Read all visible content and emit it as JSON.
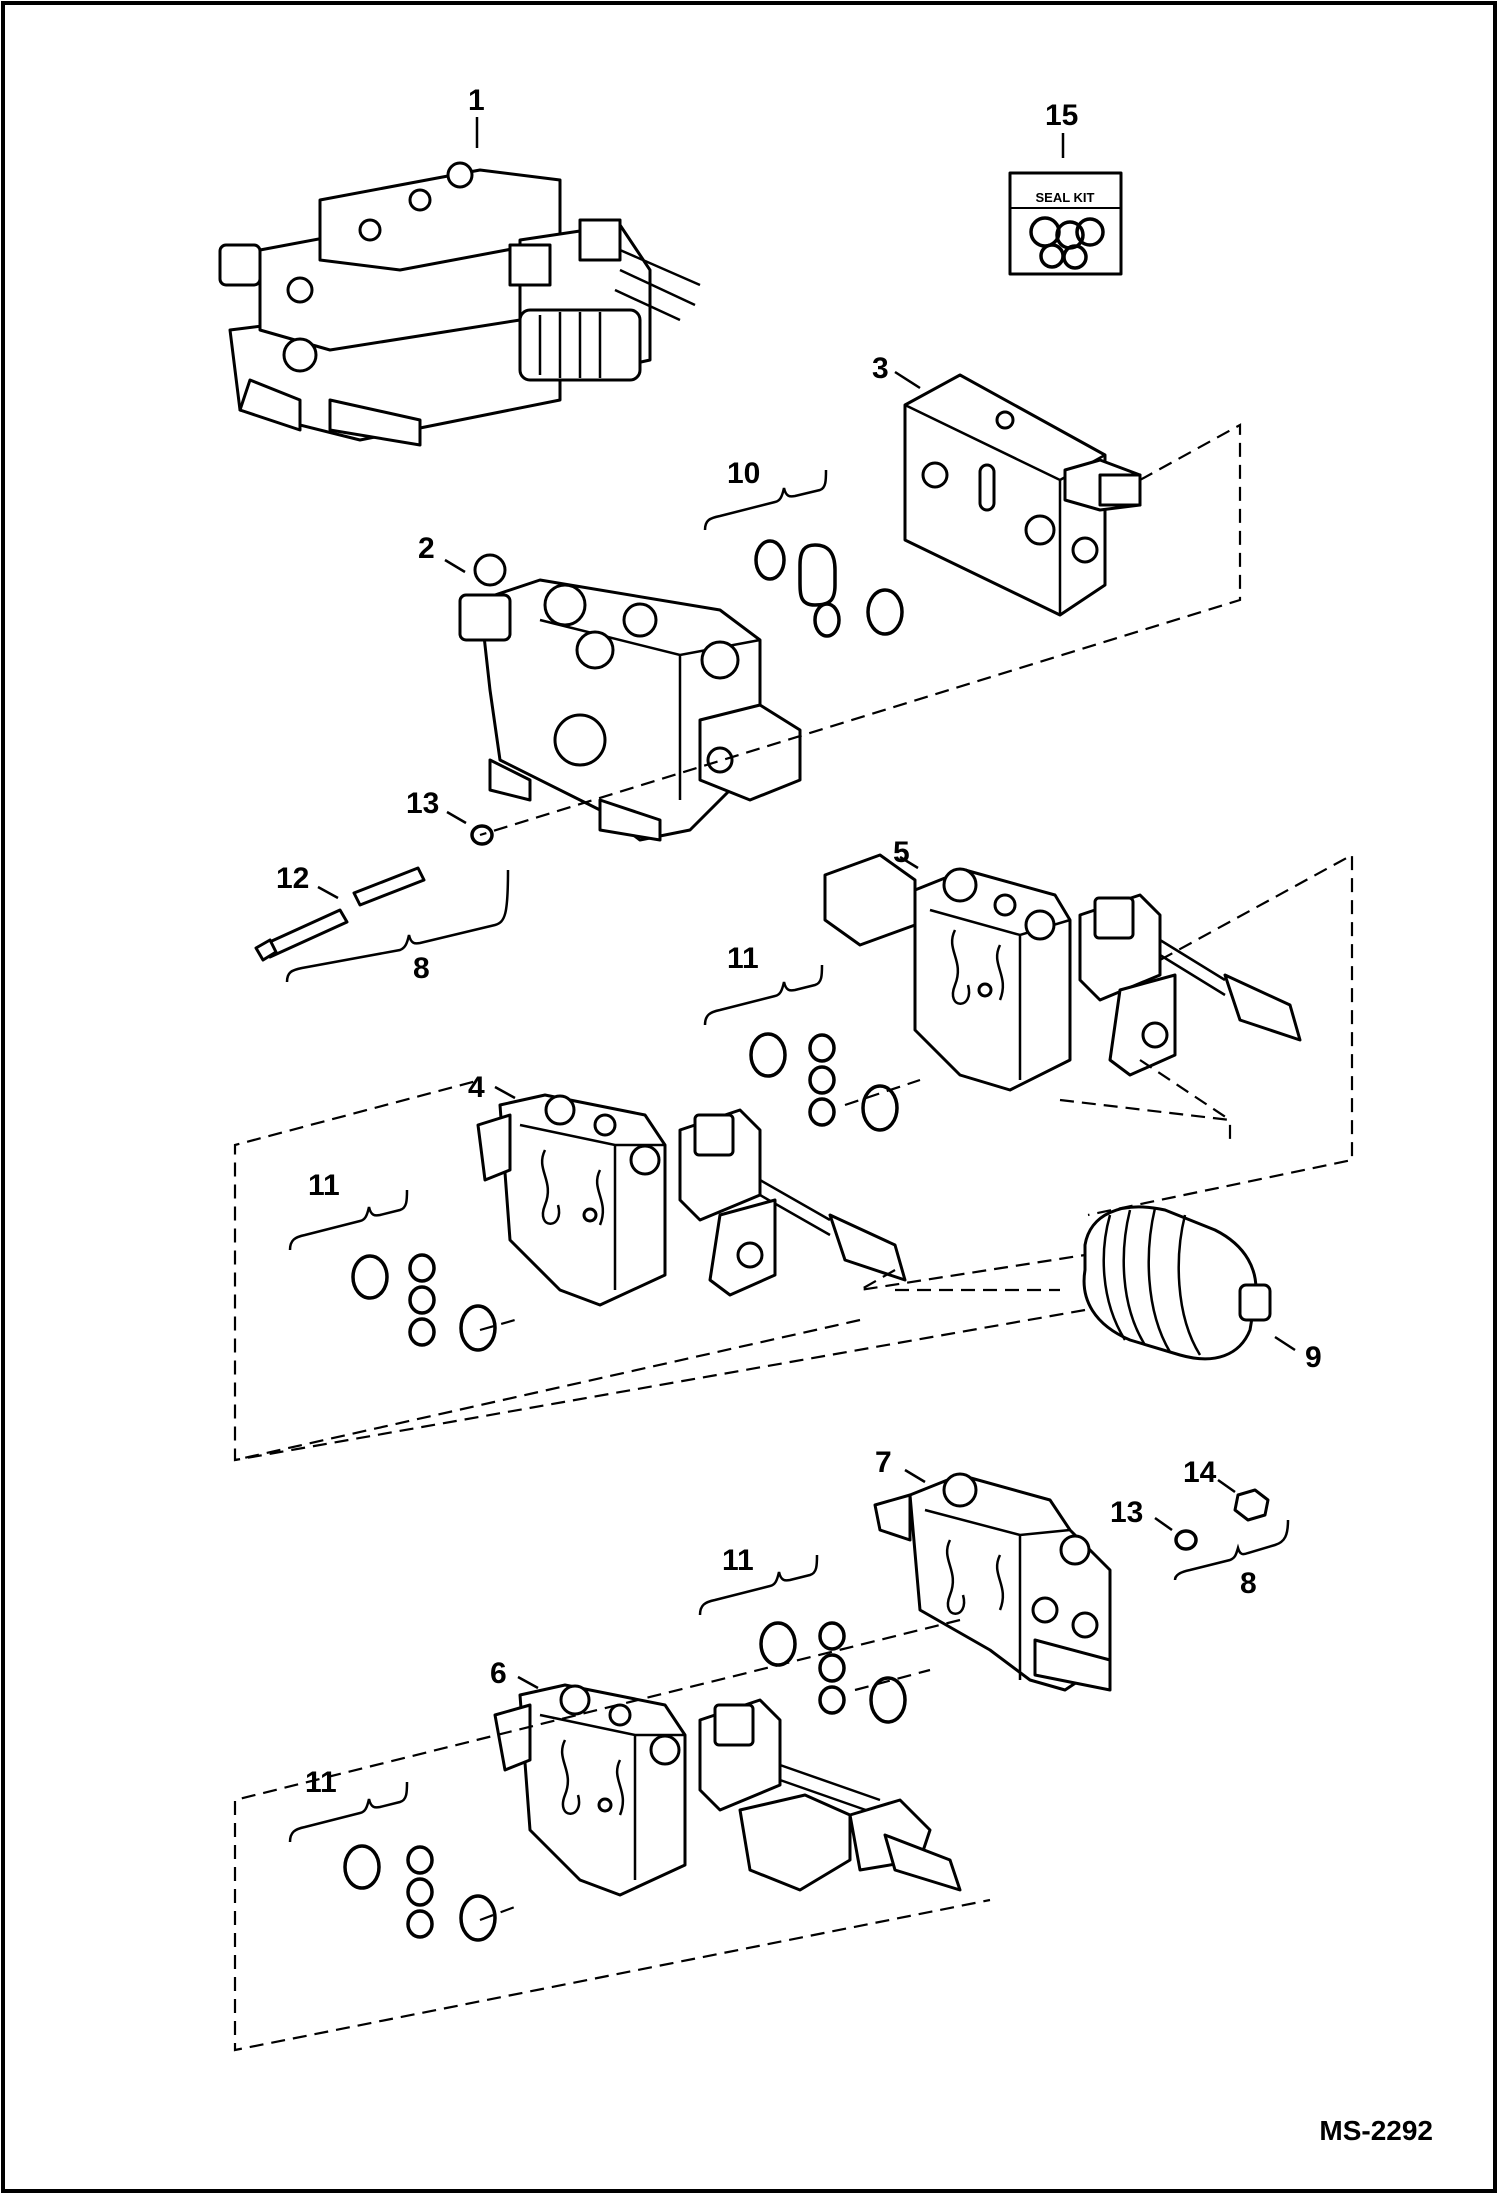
{
  "diagram": {
    "figure_code": "MS-2292",
    "seal_kit_text": "SEAL KIT",
    "callouts": [
      {
        "id": "c1",
        "text": "1"
      },
      {
        "id": "c2",
        "text": "2"
      },
      {
        "id": "c3",
        "text": "3"
      },
      {
        "id": "c4",
        "text": "4"
      },
      {
        "id": "c5",
        "text": "5"
      },
      {
        "id": "c6",
        "text": "6"
      },
      {
        "id": "c7",
        "text": "7"
      },
      {
        "id": "c8a",
        "text": "8"
      },
      {
        "id": "c8b",
        "text": "8"
      },
      {
        "id": "c9",
        "text": "9"
      },
      {
        "id": "c10",
        "text": "10"
      },
      {
        "id": "c11a",
        "text": "11"
      },
      {
        "id": "c11b",
        "text": "11"
      },
      {
        "id": "c11c",
        "text": "11"
      },
      {
        "id": "c11d",
        "text": "11"
      },
      {
        "id": "c12",
        "text": "12"
      },
      {
        "id": "c13a",
        "text": "13"
      },
      {
        "id": "c13b",
        "text": "13"
      },
      {
        "id": "c14",
        "text": "14"
      },
      {
        "id": "c15",
        "text": "15"
      }
    ]
  }
}
